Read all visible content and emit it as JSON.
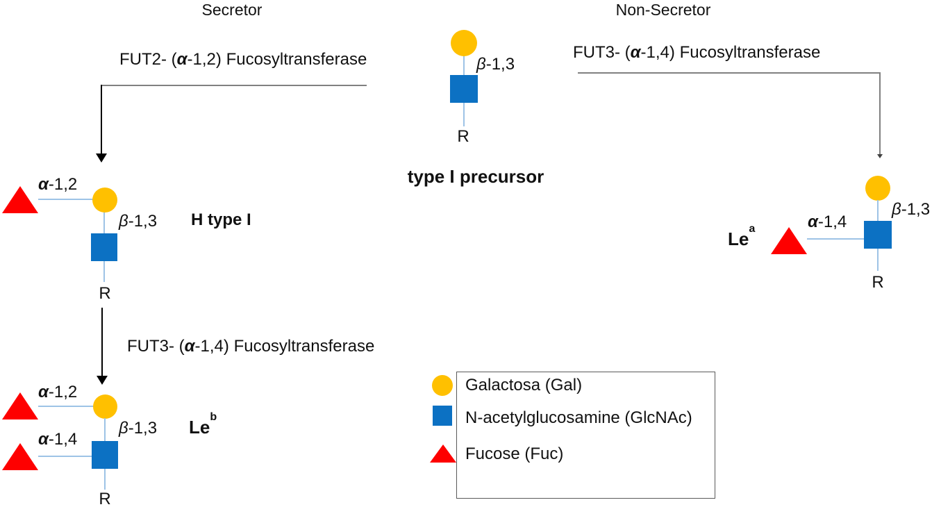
{
  "headers": {
    "secretor": "Secretor",
    "non_secretor": "Non-Secretor"
  },
  "enzymes": {
    "fut2_secretor": {
      "prefix": "FUT2- (",
      "alpha": "α",
      "suffix": "-1,2) Fucosyltransferase"
    },
    "fut3_non_secretor": {
      "prefix": "FUT3- (",
      "alpha": "α",
      "suffix": "-1,4) Fucosyltransferase"
    },
    "fut3_secretor": {
      "prefix": "FUT3- (",
      "alpha": "α",
      "suffix": "-1,4) Fucosyltransferase"
    }
  },
  "linkages": {
    "beta13": {
      "greek": "β",
      "suffix": "-1,3"
    },
    "alpha12": {
      "greek": "α",
      "suffix": "-1,2"
    },
    "alpha14": {
      "greek": "α",
      "suffix": "-1,4"
    }
  },
  "common": {
    "r_label": "R"
  },
  "structures": {
    "precursor": {
      "name": "type I precursor"
    },
    "h_type_i": {
      "name": "H type I"
    },
    "le_b": {
      "name_base": "Le",
      "name_sup": "b"
    },
    "le_a": {
      "name_base": "Le",
      "name_sup": "a"
    }
  },
  "legend": {
    "items": [
      {
        "symbol": "gal-circle",
        "label": "Galactosa (Gal)"
      },
      {
        "symbol": "glcnac-square",
        "label": "N-acetylglucosamine (GlcNAc)"
      },
      {
        "symbol": "fuc-triangle",
        "label": "Fucose (Fuc)"
      }
    ]
  },
  "colors": {
    "gal": "#FFC000",
    "glcnac": "#0C71C3",
    "fuc": "#FE0000",
    "link": "#9DC3E6",
    "line": "#808080",
    "arrow": "#000000"
  }
}
